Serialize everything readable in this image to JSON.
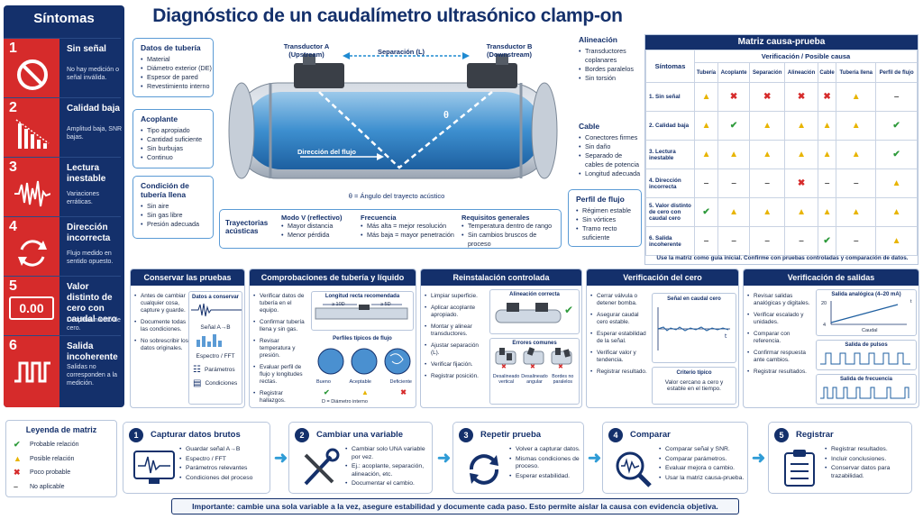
{
  "title": "Diagnóstico de un caudalímetro ultrasónico clamp-on",
  "sidebar": {
    "title": "Síntomas",
    "items": [
      {
        "num": "1",
        "title": "Sin señal",
        "desc": "No hay medición o señal inválida."
      },
      {
        "num": "2",
        "title": "Calidad baja",
        "desc": "Amplitud baja, SNR bajas."
      },
      {
        "num": "3",
        "title": "Lectura inestable",
        "desc": "Variaciones erráticas."
      },
      {
        "num": "4",
        "title": "Dirección incorrecta",
        "desc": "Flujo medido en sentido opuesto."
      },
      {
        "num": "5",
        "title": "Valor distinto de cero con caudal cero",
        "desc": "Desplazamiento de cero.",
        "display": "0.00"
      },
      {
        "num": "6",
        "title": "Salida incoherente",
        "desc": "Salidas no corresponden a la medición."
      }
    ]
  },
  "diagram": {
    "transducer_a": "Transductor A",
    "transducer_a_sub": "(Upstream)",
    "transducer_b": "Transductor B",
    "transducer_b_sub": "(Downstream)",
    "separation": "Separación (L)",
    "theta": "θ",
    "flow": "Dirección del flujo",
    "theta_note": "θ = Ángulo del trayecto acústico"
  },
  "boxes": {
    "tuberia": {
      "title": "Datos de tubería",
      "items": [
        "Material",
        "Diámetro exterior (DE)",
        "Espesor de pared",
        "Revestimiento interno"
      ]
    },
    "acoplante": {
      "title": "Acoplante",
      "items": [
        "Tipo apropiado",
        "Cantidad suficiente",
        "Sin burbujas",
        "Continuo"
      ]
    },
    "condicion": {
      "title": "Condición de tubería llena",
      "items": [
        "Sin aire",
        "Sin gas libre",
        "Presión adecuada"
      ]
    },
    "alineacion": {
      "title": "Alineación",
      "items": [
        "Transductores coplanares",
        "Bordes paralelos",
        "Sin torsión"
      ]
    },
    "cable": {
      "title": "Cable",
      "items": [
        "Conectores firmes",
        "Sin daño",
        "Separado de cables de potencia",
        "Longitud adecuada"
      ]
    },
    "perfil": {
      "title": "Perfil de flujo",
      "items": [
        "Régimen estable",
        "Sin vórtices",
        "Tramo recto suficiente"
      ]
    }
  },
  "trayectorias": {
    "title": "Trayectorias acústicas",
    "col1": {
      "title": "Modo V (reflectivo)",
      "items": [
        "Mayor distancia",
        "Menor pérdida"
      ]
    },
    "col2": {
      "title": "Frecuencia",
      "items": [
        "Más alta = mejor resolución",
        "Más baja = mayor penetración"
      ]
    },
    "col3": {
      "title": "Requisitos generales",
      "items": [
        "Temperatura dentro de rango",
        "Sin cambios bruscos de proceso"
      ]
    }
  },
  "matrix": {
    "title": "Matriz causa-prueba",
    "subheader": "Verificación / Posible causa",
    "row_header": "Síntomas",
    "columns": [
      "Tubería",
      "Acoplante",
      "Separación",
      "Alineación",
      "Cable",
      "Tubería llena",
      "Perfil de flujo"
    ],
    "rows": [
      {
        "label": "1. Sin señal",
        "cells": [
          "w",
          "x",
          "x",
          "x",
          "x",
          "w",
          "n"
        ]
      },
      {
        "label": "2. Calidad baja",
        "cells": [
          "w",
          "ok",
          "w",
          "w",
          "w",
          "w",
          "ok"
        ]
      },
      {
        "label": "3. Lectura inestable",
        "cells": [
          "w",
          "w",
          "w",
          "w",
          "w",
          "w",
          "ok"
        ]
      },
      {
        "label": "4. Dirección incorrecta",
        "cells": [
          "n",
          "n",
          "n",
          "x",
          "n",
          "n",
          "w"
        ]
      },
      {
        "label": "5. Valor distinto de cero con caudal cero",
        "cells": [
          "ok",
          "w",
          "w",
          "w",
          "w",
          "w",
          "w"
        ]
      },
      {
        "label": "6. Salida incoherente",
        "cells": [
          "n",
          "n",
          "n",
          "n",
          "ok",
          "n",
          "w"
        ]
      }
    ],
    "footer": "Use la matriz como guía inicial. Confirme con pruebas controladas y comparación de datos."
  },
  "sections": {
    "conservar": {
      "title": "Conservar las pruebas",
      "items": [
        "Antes de cambiar cualquier cosa, capture y guarde.",
        "Documente todas las condiciones.",
        "No sobrescribir los datos originales."
      ],
      "inner_title": "Datos a conservar",
      "labels": [
        "Señal A→B",
        "Espectro / FFT",
        "Parámetros",
        "Condiciones"
      ]
    },
    "comprobaciones": {
      "title": "Comprobaciones de tubería y líquido",
      "items": [
        "Verificar datos de tubería en el equipo.",
        "Confirmar tubería llena y sin gas.",
        "Revisar temperatura y presión.",
        "Evaluar perfil de flujo y longitudes rectas.",
        "Registrar hallazgos."
      ],
      "inner_title": "Longitud recta recomendada",
      "dim1": "≥ 10D",
      "dim2": "≥ 5D",
      "profiles_title": "Perfiles típicos de flujo",
      "profiles": [
        "Bueno",
        "Aceptable",
        "Deficiente"
      ],
      "d_note": "D = Diámetro interno"
    },
    "reinstalacion": {
      "title": "Reinstalación controlada",
      "items": [
        "Limpiar superficie.",
        "Aplicar acoplante apropiado.",
        "Montar y alinear transductores.",
        "Ajustar separación (L).",
        "Verificar fijación.",
        "Registrar posición."
      ],
      "inner_title": "Alineación correcta",
      "errors_title": "Errores comunes",
      "errors": [
        "Desalineado vertical",
        "Desalineado angular",
        "Bordes no paralelos"
      ]
    },
    "cero": {
      "title": "Verificación del cero",
      "items": [
        "Cerrar válvula o detener bomba.",
        "Asegurar caudal cero estable.",
        "Esperar estabilidad de la señal.",
        "Verificar valor y tendencia.",
        "Registrar resultado."
      ],
      "inner_title": "Señal en caudal cero",
      "crit_title": "Criterio típico",
      "crit_text": "Valor cercano a cero y estable en el tiempo."
    },
    "salidas": {
      "title": "Verificación de salidas",
      "items": [
        "Revisar salidas analógicas y digitales.",
        "Verificar escalado y unidades.",
        "Comparar con referencia.",
        "Confirmar respuesta ante cambios.",
        "Registrar resultados."
      ],
      "analog_title": "Salida analógica (4–20 mA)",
      "analog_y1": "20",
      "analog_y0": "4",
      "analog_x": "Caudal",
      "pulse_title": "Salida de pulsos",
      "freq_title": "Salida de frecuencia",
      "time": "t"
    }
  },
  "legend": {
    "title": "Leyenda de matriz",
    "items": [
      {
        "mark": "ok",
        "label": "Probable relación"
      },
      {
        "mark": "w",
        "label": "Posible relación"
      },
      {
        "mark": "x",
        "label": "Poco probable"
      },
      {
        "mark": "n",
        "label": "No aplicable"
      }
    ]
  },
  "steps": [
    {
      "num": "1",
      "title": "Capturar datos brutos",
      "items": [
        "Guardar señal A→B",
        "Espectro / FFT",
        "Parámetros relevantes",
        "Condiciones del proceso"
      ]
    },
    {
      "num": "2",
      "title": "Cambiar una variable",
      "items": [
        "Cambiar solo UNA variable por vez.",
        "Ej.: acoplante, separación, alineación, etc.",
        "Documentar el cambio."
      ]
    },
    {
      "num": "3",
      "title": "Repetir prueba",
      "items": [
        "Volver a capturar datos.",
        "Mismas condiciones de proceso.",
        "Esperar estabilidad."
      ]
    },
    {
      "num": "4",
      "title": "Comparar",
      "items": [
        "Comparar señal y SNR.",
        "Comparar parámetros.",
        "Evaluar mejora o cambio.",
        "Usar la matriz causa-prueba."
      ]
    },
    {
      "num": "5",
      "title": "Registrar",
      "items": [
        "Registrar resultados.",
        "Incluir conclusiones.",
        "Conservar datos para trazabilidad."
      ]
    }
  ],
  "important": "Importante: cambie una sola variable a la vez, asegure estabilidad y documente cada paso. Esto permite aislar la causa con evidencia objetiva."
}
